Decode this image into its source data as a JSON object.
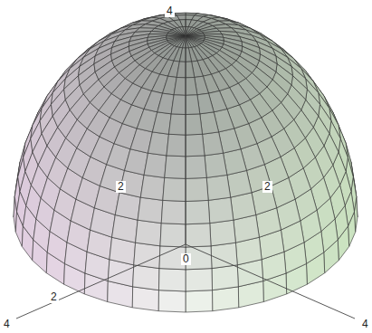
{
  "diagram": {
    "labels": [
      "4",
      "2",
      "2",
      "2",
      "4",
      "4",
      "0"
    ]
  }
}
